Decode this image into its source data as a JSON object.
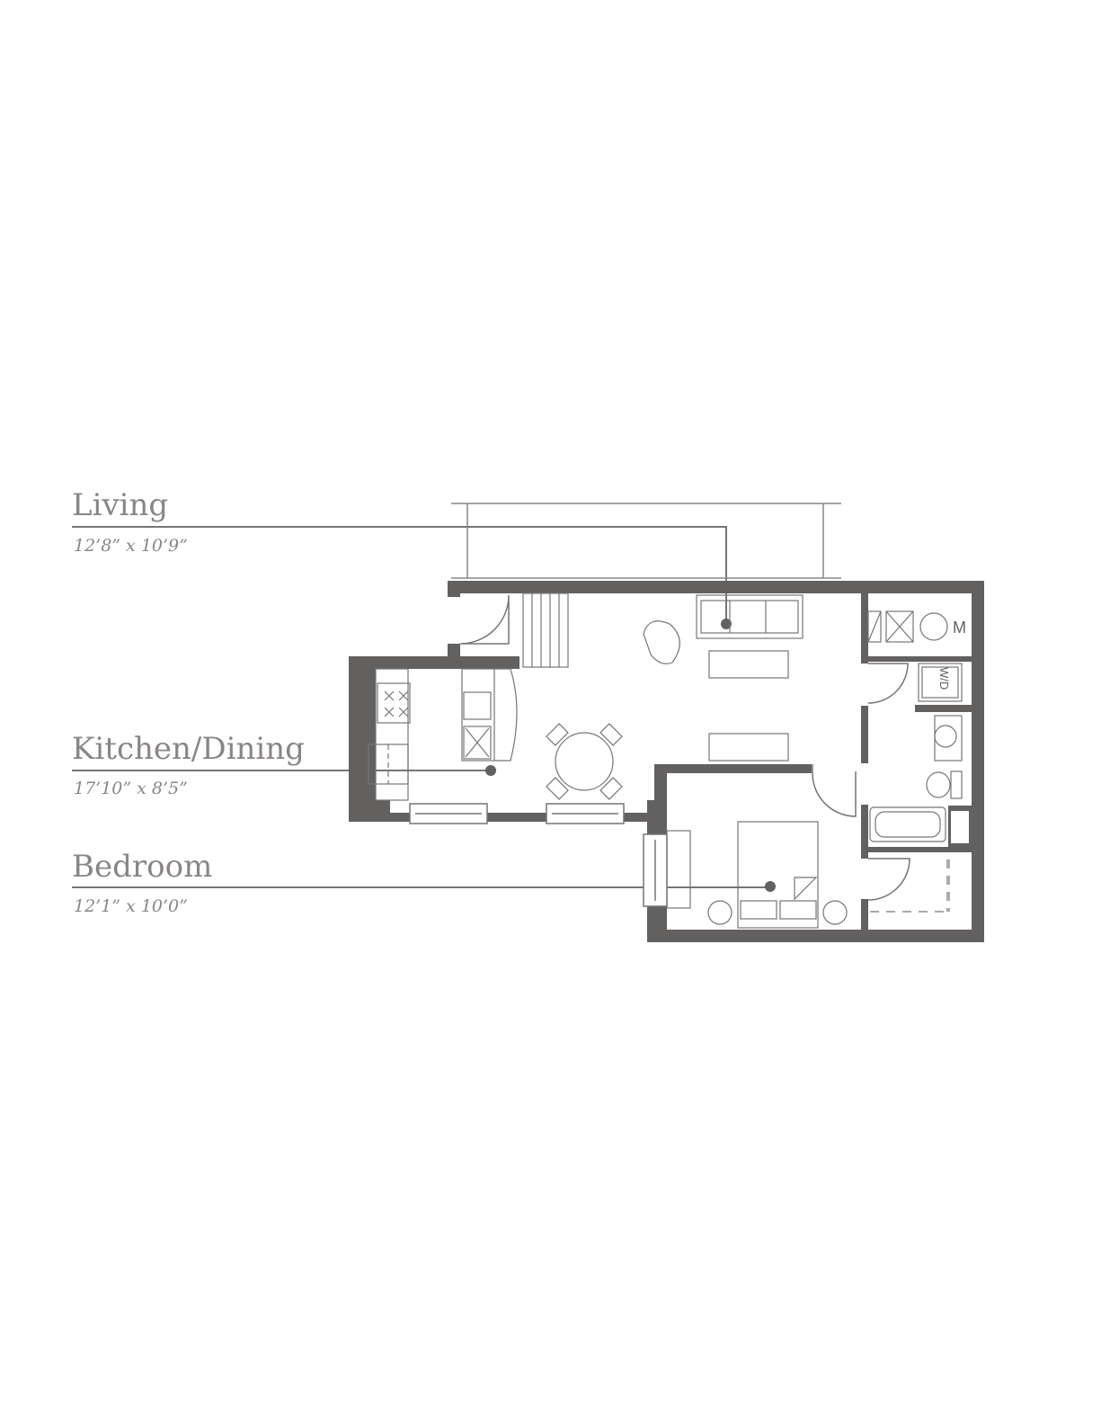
{
  "rooms": {
    "living": {
      "name": "Living",
      "dimensions": "12’8” x 10’9”"
    },
    "kitchen": {
      "name": "Kitchen/Dining",
      "dimensions": "17’10” x  8’5”"
    },
    "bedroom": {
      "name": "Bedroom",
      "dimensions": "12’1” x 10’0”"
    }
  },
  "fixtures": {
    "washer_dryer": "W/D",
    "mechanical": "M"
  },
  "colors": {
    "wall": "#636060",
    "label": "#8a8585",
    "line": "#777474"
  }
}
